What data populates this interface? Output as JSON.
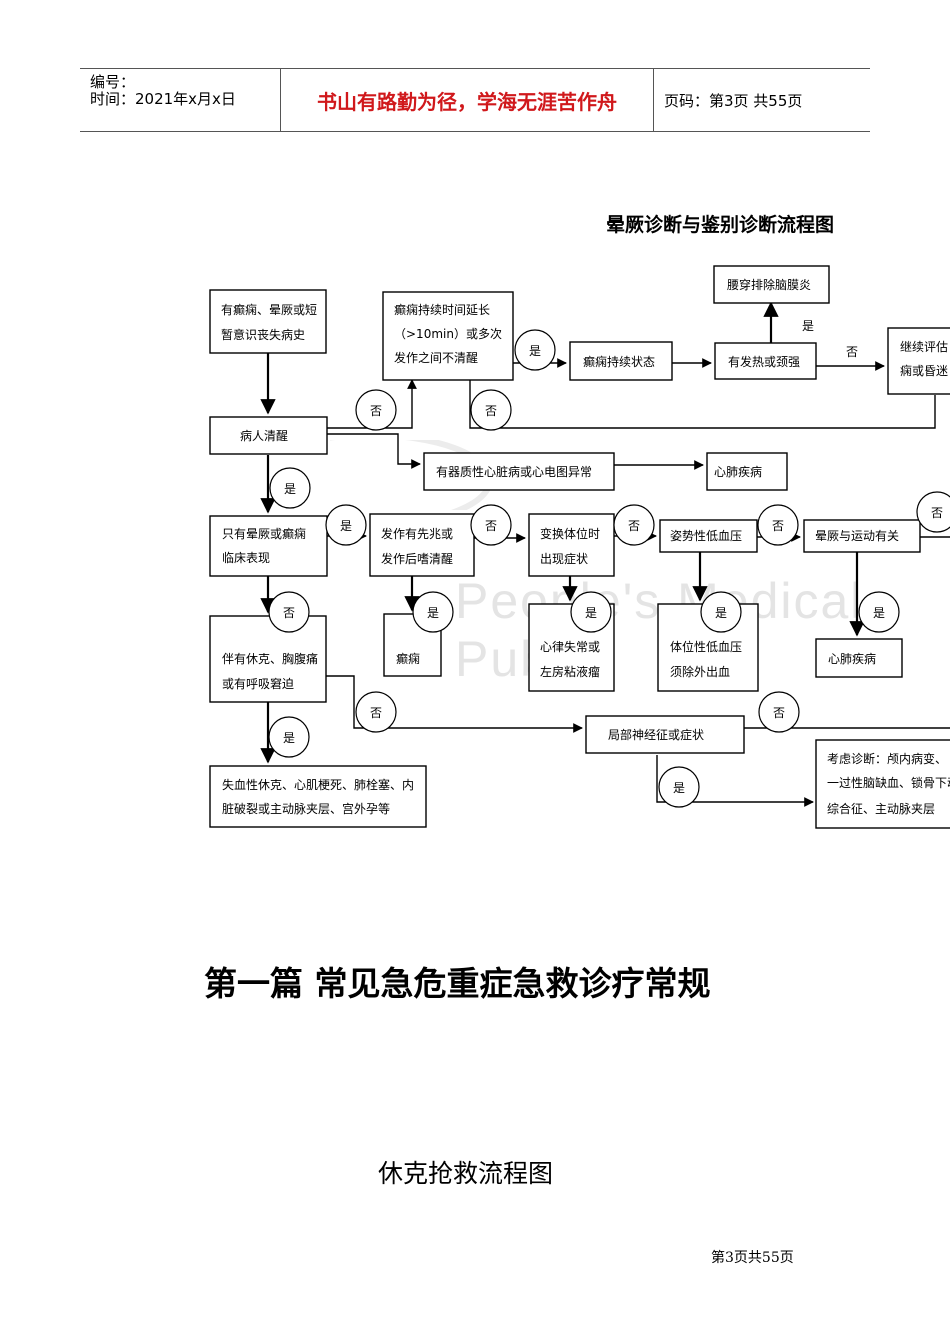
{
  "header": {
    "number_label": "编号：",
    "time_label": "时间：2021年x月x日",
    "motto": "书山有路勤为径，学海无涯苦作舟",
    "page_label": "页码：第3页 共55页"
  },
  "flowchart": {
    "title": "晕厥诊断与鉴别诊断流程图",
    "nodes": {
      "history": [
        "有癫痫、晕厥或短",
        "暂意识丧失病史"
      ],
      "seizure_long": [
        "癫痫持续时间延长",
        "（>10min）或多次",
        "发作之间不清醒"
      ],
      "status_epilepticus": [
        "癫痫持续状态"
      ],
      "fever_neck": [
        "有发热或颈强"
      ],
      "lumbar_puncture": [
        "腰穿排除脑膜炎"
      ],
      "continue_eval": [
        "继续评估",
        "痫或昏迷"
      ],
      "conscious": [
        "病人清醒"
      ],
      "organic_heart": [
        "有器质性心脏病或心电图异常"
      ],
      "cardiopulm_1": [
        "心肺疾病"
      ],
      "only_syncope": [
        "只有晕厥或癫痫",
        "临床表现"
      ],
      "aura": [
        "发作有先兆或",
        "发作后嗜清醒"
      ],
      "position_change": [
        "变换体位时",
        "出现症状"
      ],
      "orthostatic": [
        "姿势性低血压"
      ],
      "exercise": [
        "晕厥与运动有关"
      ],
      "epilepsy": [
        "癫痫"
      ],
      "arrhythmia": [
        "心律失常或",
        "左房粘液瘤"
      ],
      "positional_hypo": [
        "体位性低血压",
        "须除外出血"
      ],
      "cardiopulm_2": [
        "心肺疾病"
      ],
      "shock_pain": [
        "伴有休克、胸腹痛",
        "或有呼吸窘迫"
      ],
      "focal_neuro": [
        "局部神经征或症状"
      ],
      "hemorrhagic": [
        "失血性休克、心肌梗死、肺栓塞、内",
        "脏破裂或主动脉夹层、宫外孕等"
      ],
      "consider": [
        "考虑诊断：颅内病变、",
        "一过性脑缺血、锁骨下动",
        "综合征、主动脉夹层"
      ]
    },
    "edge_labels": {
      "yes": "是",
      "no": "否"
    }
  },
  "watermark": "People's Medical Pub",
  "part_title": "第一篇  常见急危重症急救诊疗常规",
  "shock_title": "休克抢救流程图",
  "footer": "第3页共55页"
}
